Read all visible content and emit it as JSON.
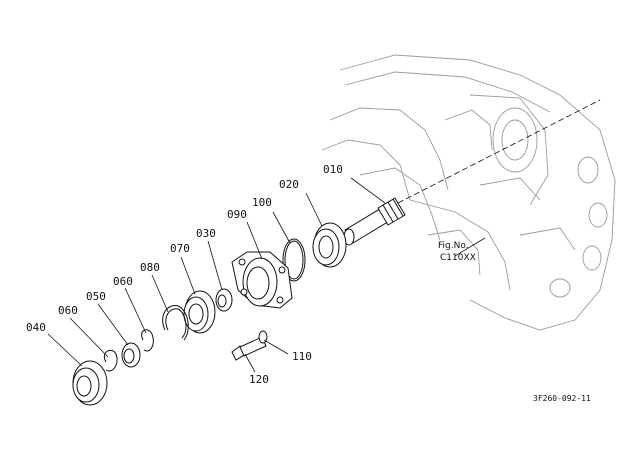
{
  "callouts": {
    "p010": "010",
    "p020": "020",
    "p030": "030",
    "p040": "040",
    "p050": "050",
    "p060a": "060",
    "p060b": "060",
    "p070": "070",
    "p080": "080",
    "p090": "090",
    "p100": "100",
    "p110": "110",
    "p120": "120"
  },
  "figure_ref": {
    "line1": "Fig.No.",
    "line2": "C110XX"
  },
  "drawing_number": "3F260-092-11"
}
